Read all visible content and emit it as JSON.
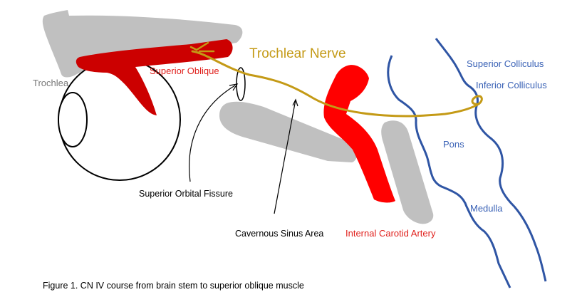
{
  "labels": {
    "trochlear_nerve": "Trochlear Nerve",
    "superior_colliculus": "Superior Colliculus",
    "inferior_colliculus": "Inferior Colliculus",
    "trochlea": "Trochlea",
    "superior_oblique": "Superior Oblique",
    "pons": "Pons",
    "superior_orbital_fissure": "Superior Orbital Fissure",
    "medulla": "Medulla",
    "cavernous_sinus_area": "Cavernous Sinus Area",
    "internal_carotid_artery": "Internal Carotid Artery"
  },
  "caption": "Figure 1. CN IV course from brain stem to superior oblique muscle",
  "colors": {
    "muscle_red": "#cc0000",
    "artery_red": "#ff0000",
    "bone_gray": "#c0c0c0",
    "nerve_gold": "#c49a16",
    "brainstem_blue": "#2f55a4",
    "label_red": "#e0201c",
    "label_blue": "#3a62b6",
    "label_gold": "#c49a16",
    "label_gray": "#777777",
    "outline_black": "#000000"
  }
}
